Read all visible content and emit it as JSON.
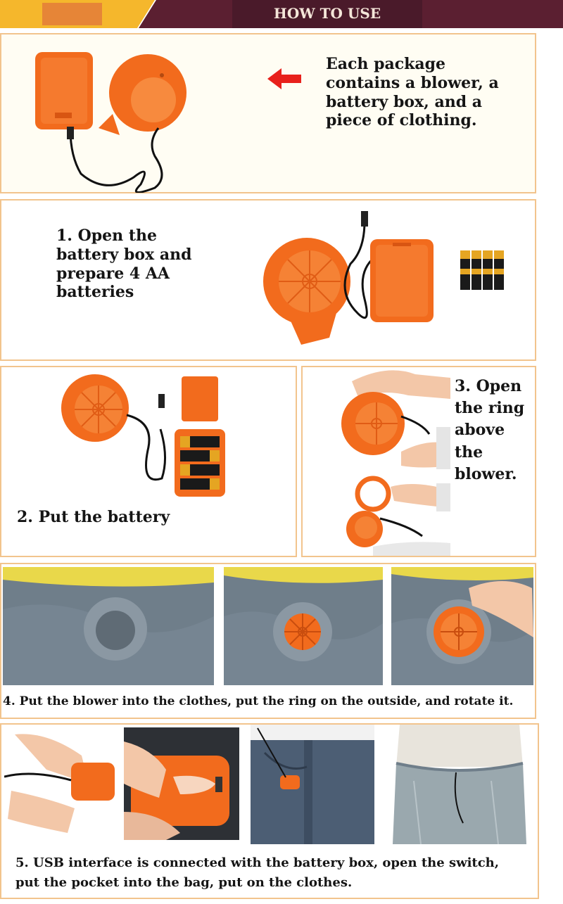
{
  "header": {
    "title": "HOW TO USE",
    "colors": {
      "left": "#f5b72c",
      "band": "#5b1f31",
      "accent": "#e37d3a"
    }
  },
  "intro": {
    "text": "Each package\ncontains a blower, a\nbattery box, and a\npiece of clothing.",
    "arrow_icon": "left-arrow-icon",
    "arrow_color": "#e8211c"
  },
  "steps": {
    "step1": "1. Open the\nbattery box and\nprepare 4 AA\nbatteries",
    "step2": "2. Put the battery",
    "step3": "3. Open\nthe ring\nabove\nthe\nblower.",
    "step4": "4. Put the blower into the clothes, put the ring on the outside, and rotate it.",
    "step5": "5. USB interface is connected with the battery box, open the switch,\nput the pocket into the bag, put on the clothes."
  },
  "colors": {
    "orange": "#f26b1d",
    "border": "#f2c48d",
    "fabric": "#6f7e8a",
    "yellow": "#e9d84a"
  }
}
